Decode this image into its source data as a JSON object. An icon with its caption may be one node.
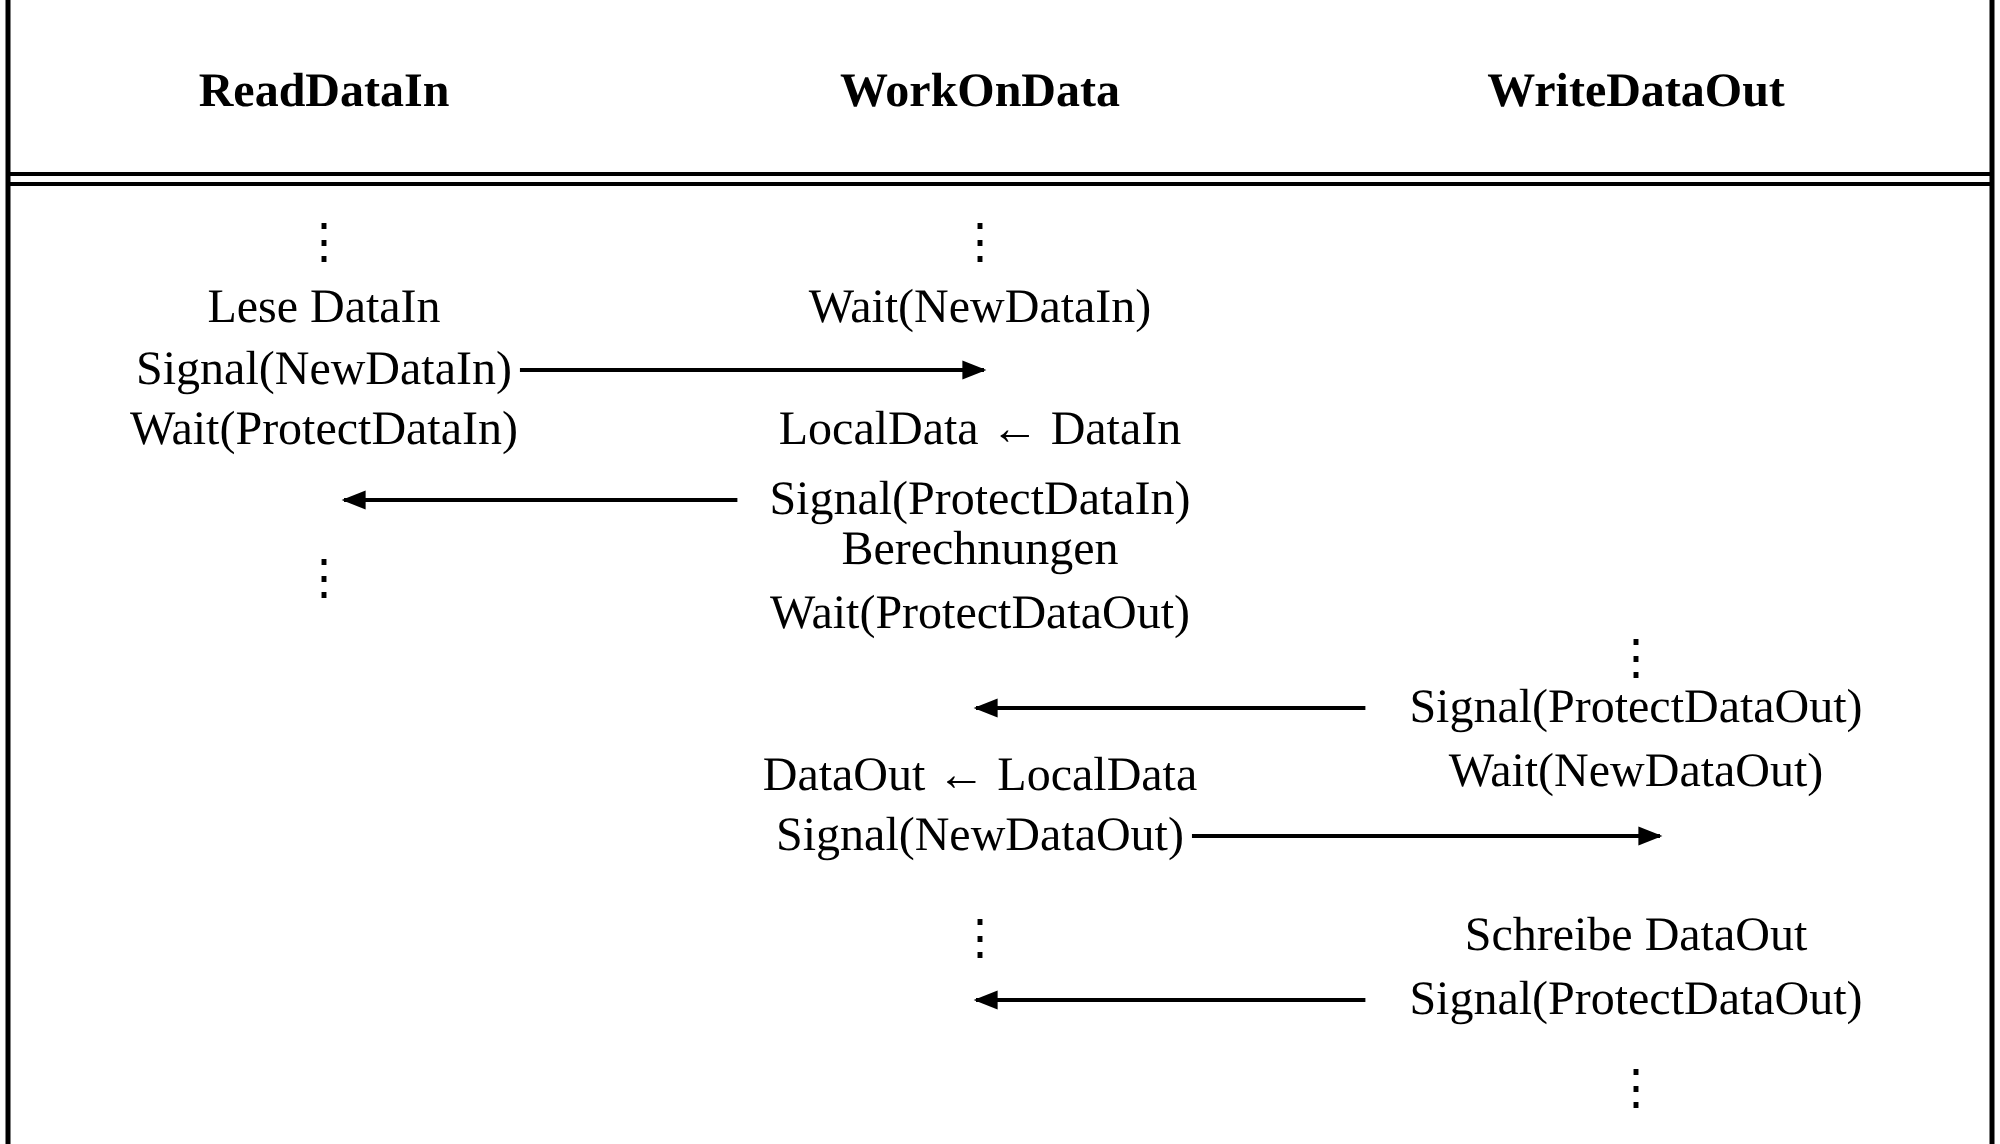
{
  "diagram": {
    "nodes": [
      {
        "text": [
          "Signal(NewDataIn)"
        ]
      },
      {
        "text": [
          "Signal(ProtectDataIn)"
        ]
      },
      {
        "text": [
          "Signal(ProtectDataOut)"
        ]
      },
      {
        "text": [
          "Signal(NewDataOut)"
        ]
      },
      {
        "text": [
          "Signal(ProtectDataOut)"
        ]
      }
    ],
    "edges": [
      {
        "from": 0,
        "to": null,
        "arrow": "to"
      },
      {
        "from": 1,
        "to": null,
        "arrow": "to"
      },
      {
        "from": 2,
        "to": null,
        "arrow": "to"
      },
      {
        "from": 3,
        "to": null,
        "arrow": "to"
      },
      {
        "from": 4,
        "to": null,
        "arrow": "to"
      }
    ],
    "labels": [
      "ReadDataIn",
      "WorkOnData",
      "WriteDataOut",
      "⋮",
      "⋮",
      "Lese DataIn",
      "Wait(NewDataIn)",
      "Wait(ProtectDataIn)",
      "LocalData ← DataIn",
      "⋮",
      "Berechnungen",
      "Wait(ProtectDataOut)",
      "⋮",
      "DataOut ← LocalData",
      "Wait(NewDataOut)",
      "⋮",
      "Schreibe DataOut",
      "⋮"
    ]
  }
}
